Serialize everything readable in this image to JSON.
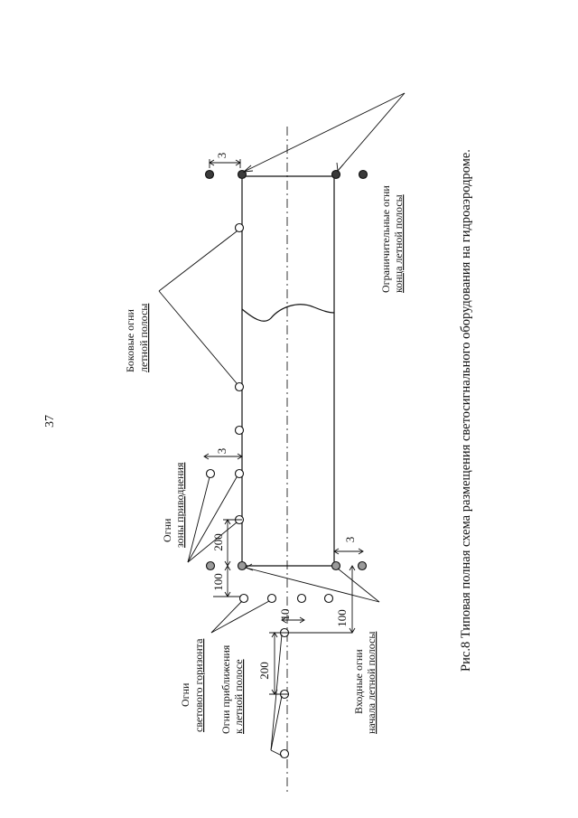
{
  "page_number": "37",
  "caption": "Рис.8 Типовая полная схема размещения светосигнального оборудования на гидроаэродроме.",
  "labels": {
    "side_lights": {
      "line1": "Боковые огни",
      "line2": "летной полосы"
    },
    "end_lights": {
      "line1": "Ограничительные огни",
      "line2": "конца  летной  полосы"
    },
    "touchdown_lights": {
      "line1": "Огни",
      "line2": "зоны приводнения"
    },
    "horizon_lights": {
      "line1": "Огни",
      "line2": "светового горизонта"
    },
    "approach_lights": {
      "line1": "Огни приближения",
      "line2": "к летной полосе"
    },
    "threshold_lights": {
      "line1": "Входные огни",
      "line2": "начала летной полосы"
    }
  },
  "dimensions": {
    "end_spacing": "3",
    "touchdown_spacing": "3",
    "touchdown_length": "200",
    "threshold_spacing": "3",
    "horizon_offset": "100",
    "approach_step": "10",
    "approach_length": "200",
    "threshold_offset": "100"
  },
  "colors": {
    "ink": "#111111",
    "grey_light": "#9a9a9a",
    "dark_light": "#3a3a3a"
  }
}
